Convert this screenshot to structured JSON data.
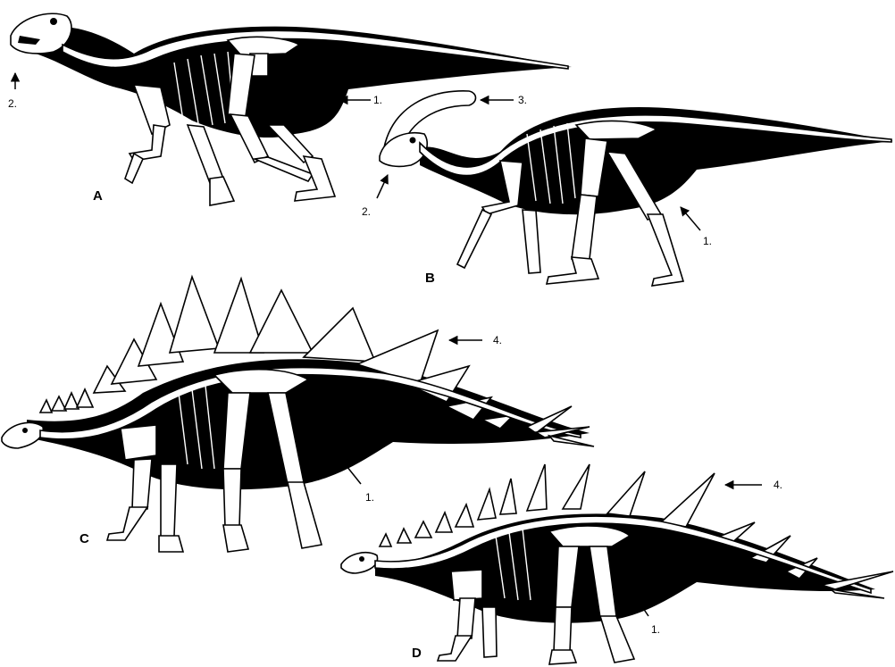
{
  "panels": [
    {
      "letter": "A",
      "annotations": [
        "1.",
        "2."
      ],
      "extra_annotation": "3."
    },
    {
      "letter": "B",
      "annotations": [
        "1.",
        "2.",
        "3."
      ]
    },
    {
      "letter": "C",
      "annotations": [
        "1.",
        "4."
      ]
    },
    {
      "letter": "D",
      "annotations": [
        "1.",
        "4."
      ]
    }
  ],
  "labels": {
    "A": "A",
    "B": "B",
    "C": "C",
    "D": "D",
    "a1": "1.",
    "a2": "2.",
    "b1": "1.",
    "b2": "2.",
    "b3": "3.",
    "c1": "1.",
    "c4": "4.",
    "d1": "1.",
    "d4": "4."
  }
}
